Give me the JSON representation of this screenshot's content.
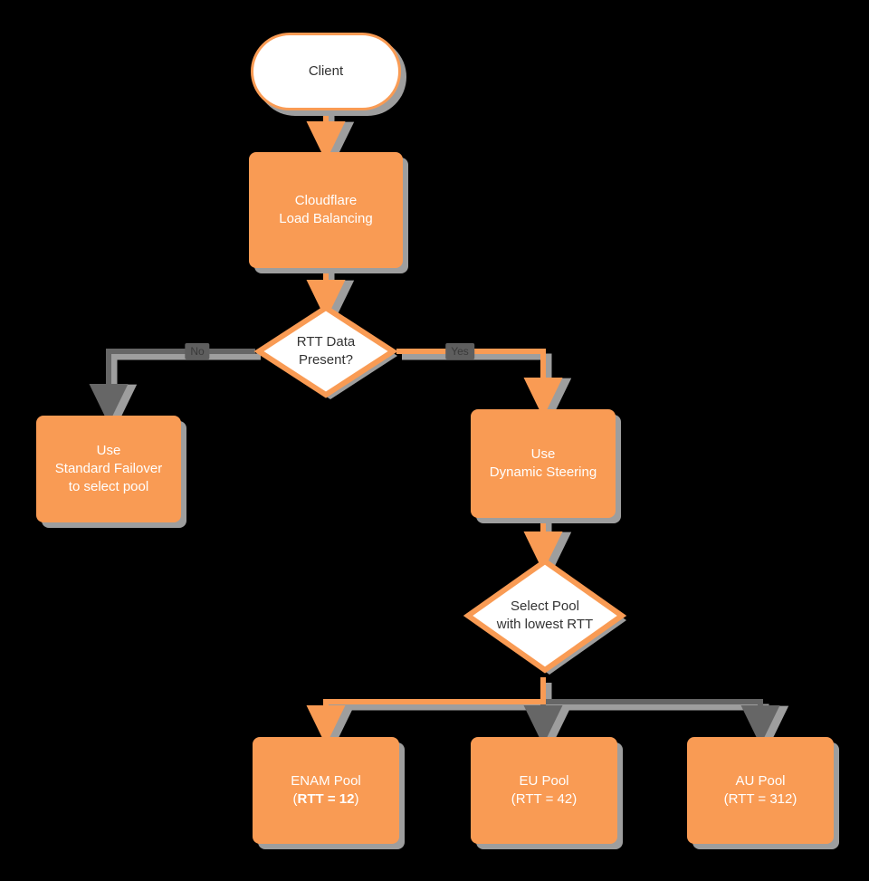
{
  "diagram": {
    "type": "flowchart",
    "title": "Cloudflare Load Balancing RTT steering decision flow",
    "background_color": "#000000",
    "colors": {
      "node_fill": "#F99B54",
      "node_text": "#FFFFFF",
      "decision_fill": "#FFFFFF",
      "decision_border": "#F99B54",
      "decision_text": "#333333",
      "edge_highlight": "#F99B54",
      "edge_default": "#666666",
      "shadow": "#9e9e9e"
    },
    "nodes": [
      {
        "id": "client",
        "shape": "stadium",
        "lines": [
          "Client"
        ]
      },
      {
        "id": "lb",
        "shape": "rect",
        "lines": [
          "Cloudflare",
          "Load Balancing"
        ]
      },
      {
        "id": "rtt_present",
        "shape": "diamond",
        "lines": [
          "RTT Data",
          "Present?"
        ]
      },
      {
        "id": "standard_failover",
        "shape": "rect",
        "lines": [
          "Use",
          "Standard Failover",
          "to select pool"
        ]
      },
      {
        "id": "dynamic_steering",
        "shape": "rect",
        "lines": [
          "Use",
          "Dynamic Steering"
        ]
      },
      {
        "id": "select_pool",
        "shape": "diamond",
        "lines": [
          "Select Pool",
          "with lowest RTT"
        ]
      },
      {
        "id": "enam_pool",
        "shape": "rect",
        "lines": [
          "ENAM Pool"
        ],
        "metric_prefix": "(",
        "metric": "RTT = 12",
        "metric_suffix": ")",
        "metric_bold": true
      },
      {
        "id": "eu_pool",
        "shape": "rect",
        "lines": [
          "EU Pool"
        ],
        "metric_prefix": "(",
        "metric": "RTT = 42",
        "metric_suffix": ")",
        "metric_bold": false
      },
      {
        "id": "au_pool",
        "shape": "rect",
        "lines": [
          "AU Pool"
        ],
        "metric_prefix": "(",
        "metric": "RTT = 312",
        "metric_suffix": ")",
        "metric_bold": false
      }
    ],
    "edges": [
      {
        "from": "client",
        "to": "lb",
        "label": "",
        "color": "#F99B54"
      },
      {
        "from": "lb",
        "to": "rtt_present",
        "label": "",
        "color": "#F99B54"
      },
      {
        "from": "rtt_present",
        "to": "standard_failover",
        "label": "No",
        "color": "#666666"
      },
      {
        "from": "rtt_present",
        "to": "dynamic_steering",
        "label": "Yes",
        "color": "#F99B54"
      },
      {
        "from": "dynamic_steering",
        "to": "select_pool",
        "label": "",
        "color": "#F99B54"
      },
      {
        "from": "select_pool",
        "to": "enam_pool",
        "label": "",
        "color": "#F99B54"
      },
      {
        "from": "select_pool",
        "to": "eu_pool",
        "label": "",
        "color": "#666666"
      },
      {
        "from": "select_pool",
        "to": "au_pool",
        "label": "",
        "color": "#666666"
      }
    ]
  }
}
